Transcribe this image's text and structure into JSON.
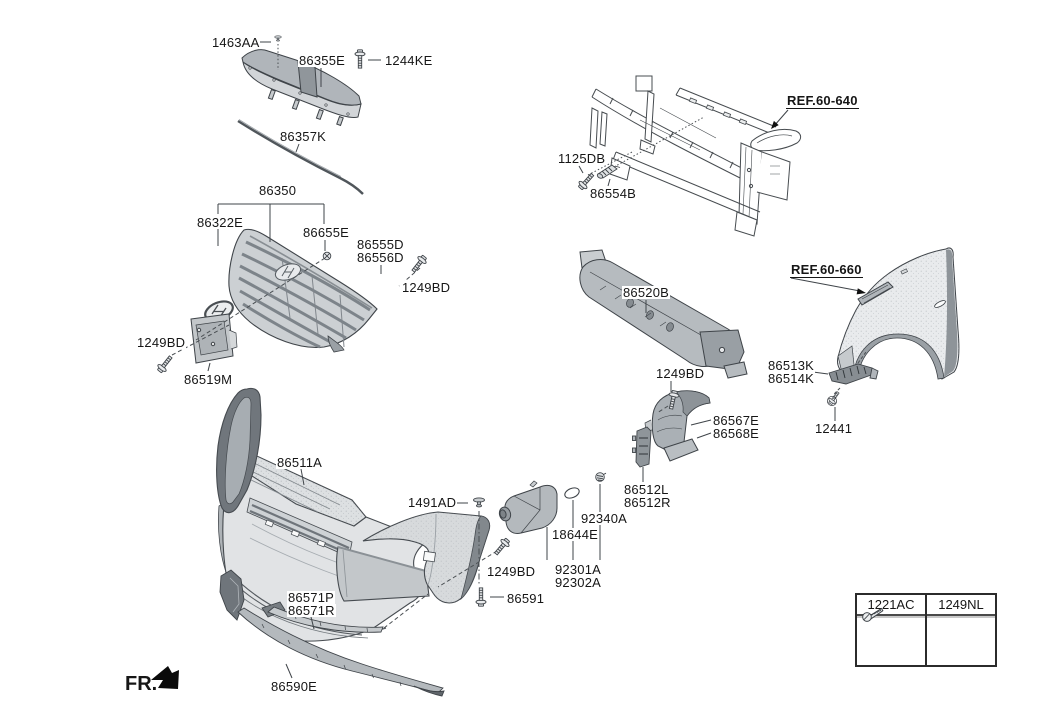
{
  "diagram": {
    "description": "Front bumper and radiator grille exploded parts diagram",
    "front_marker": "FR.",
    "refs": {
      "r640": "REF.60-640",
      "r660": "REF.60-660"
    },
    "parts": {
      "n1463AA": "1463AA",
      "n86355E": "86355E",
      "n1244KE": "1244KE",
      "n86357K": "86357K",
      "n86350": "86350",
      "n86322E": "86322E",
      "n86655E": "86655E",
      "n86555D": "86555D",
      "n86556D": "86556D",
      "n1249BD": "1249BD",
      "n86519M": "86519M",
      "n1125DB": "1125DB",
      "n86554B": "86554B",
      "n86520B": "86520B",
      "n86513K": "86513K",
      "n86514K": "86514K",
      "n12441": "12441",
      "n86567E": "86567E",
      "n86568E": "86568E",
      "n86512L": "86512L",
      "n86512R": "86512R",
      "n92340A": "92340A",
      "n18644E": "18644E",
      "n92301A": "92301A",
      "n92302A": "92302A",
      "n86511A": "86511A",
      "n1491AD": "1491AD",
      "n86591": "86591",
      "n86571P": "86571P",
      "n86571R": "86571R",
      "n86590E": "86590E"
    },
    "fastener_table": {
      "columns": [
        "1221AC",
        "1249NL"
      ],
      "icons": [
        "tapping-screw",
        "tapping-screw"
      ]
    },
    "colors": {
      "line": "#3f4449",
      "text": "#161616",
      "background": "#ffffff"
    }
  }
}
